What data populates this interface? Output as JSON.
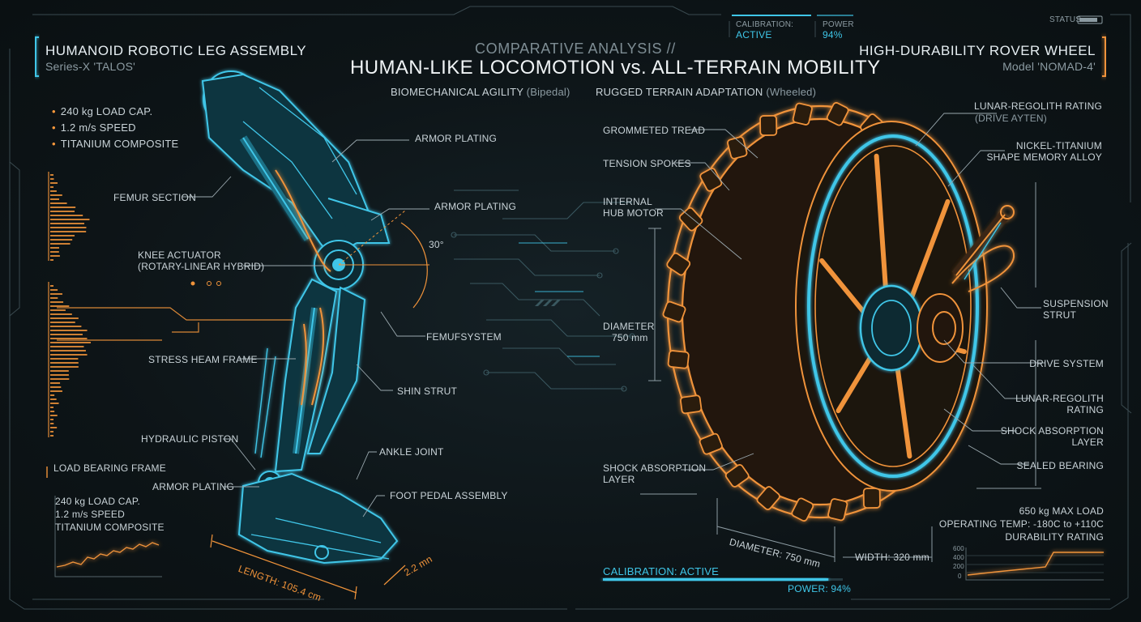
{
  "header": {
    "pre_title": "COMPARATIVE ANALYSIS //",
    "title": "HUMAN-LIKE LOCOMOTION vs. ALL-TERRAIN MOBILITY",
    "left_column": {
      "label": "BIOMECHANICAL AGILITY",
      "note": "(Bipedal)"
    },
    "right_column": {
      "label": "RUGGED TERRAIN ADAPTATION",
      "note": "(Wheeled)"
    },
    "status_bar": {
      "calibration_label": "CALIBRATION:",
      "calibration_value": "ACTIVE",
      "power_label": "POWER",
      "power_value": "94%",
      "status_label": "STATUS"
    }
  },
  "left_panel": {
    "title": "HUMANOID ROBOTIC LEG ASSEMBLY",
    "subtitle": "Series-X 'TALOS'",
    "specs": [
      "240 kg LOAD CAP.",
      "1.2 m/s SPEED",
      "TITANIUM COMPOSITE"
    ],
    "bottom_specs": [
      "240 kg LOAD CAP.",
      "1.2 m/s SPEED",
      "TITANIUM COMPOSITE"
    ],
    "load_frame_label": "LOAD BEARING FRAME",
    "labels": {
      "armor_1": "ARMOR PLATING",
      "femur": "FEMUR SECTION",
      "armor_2": "ARMOR PLATING",
      "angle": "30°",
      "knee": "KNEE ACTUATOR",
      "knee_sub": "(ROTARY-LINEAR HYBRID)",
      "femur_system": "FEMUFSYSTEM",
      "stress": "STRESS HEAM FRAME",
      "shin": "SHIN STRUT",
      "piston": "HYDRAULIC PISTON",
      "ankle": "ANKLE JOINT",
      "armor_3": "ARMOR PLATING",
      "foot": "FOOT PEDAL ASSEMBLY",
      "length": "LENGTH: 105.4 cm",
      "width": "2.2 mn"
    }
  },
  "right_panel": {
    "title": "HIGH-DURABILITY ROVER WHEEL",
    "subtitle": "Model 'NOMAD-4'",
    "labels": {
      "tread": "GROMMETED TREAD",
      "spokes": "TENSION SPOKES",
      "hub": "INTERNAL",
      "hub_2": "HUB MOTOR",
      "diameter": "DIAMETER",
      "diameter_val": "750 mm",
      "shock_left": "SHOCK ABSORPTION",
      "shock_left_2": "LAYER",
      "regolith_top": "LUNAR-REGOLITH RATING",
      "regolith_top_sub": "(DRIVE AYTEN)",
      "nitinol": "NICKEL-TITANIUM",
      "nitinol_2": "SHAPE MEMORY ALLOY",
      "suspension": "SUSPENSION",
      "suspension_2": "STRUT",
      "drive": "DRIVE SYSTEM",
      "regolith": "LUNAR-REGOLITH",
      "regolith_2": "RATING",
      "shock_right": "SHOCK ABSORPTION",
      "shock_right_2": "LAYER",
      "bearing": "SEALED BEARING",
      "dim_diameter": "DIAMETER: 750 mm",
      "dim_width": "WIDTH: 320 mm"
    },
    "specs": [
      "650 kg MAX LOAD",
      "OPERATING TEMP: -180C to +110C",
      "DURABILITY RATING"
    ],
    "mini_chart_ticks": [
      "600",
      "400",
      "200",
      "0"
    ]
  },
  "footer": {
    "calibration": "CALIBRATION: ACTIVE",
    "power": "POWER: 94%",
    "power_level": 0.94
  },
  "colors": {
    "cyan": "#3fc6e8",
    "orange": "#f0933a",
    "bg": "#0d1417"
  }
}
